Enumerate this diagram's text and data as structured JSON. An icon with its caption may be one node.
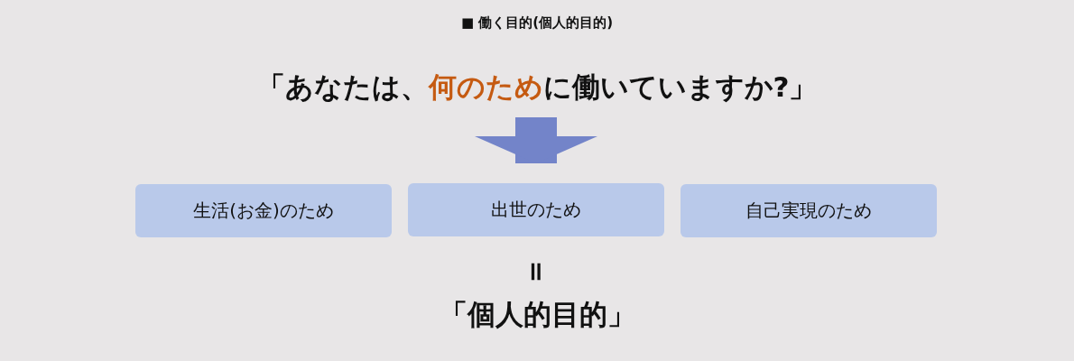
{
  "diagram": {
    "title": "■ 働く目的(個人的目的)",
    "nodes": [
      {
        "text": [
          "「あなたは、**何のため**に働いていますか?」"
        ]
      },
      {
        "text": [
          "生活(お金)のため"
        ]
      },
      {
        "text": [
          "出世のため"
        ]
      },
      {
        "text": [
          "自己実現のため"
        ]
      }
    ],
    "edges": [
      {
        "from": 0,
        "to": 2,
        "arrow": "to"
      }
    ],
    "labels": [
      "＝",
      "「個人的目的」"
    ]
  }
}
